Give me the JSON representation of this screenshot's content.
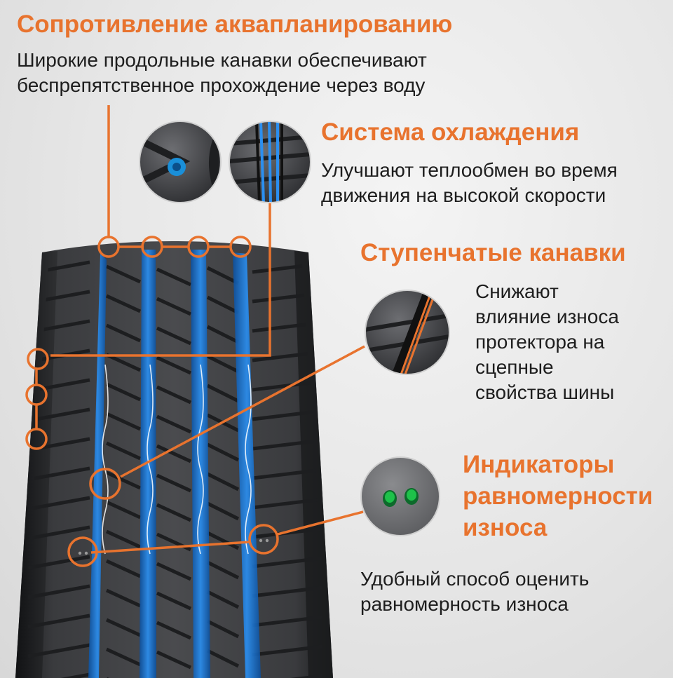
{
  "features": {
    "hydroplaning": {
      "title": "Сопротивление аквапланированию",
      "description": [
        "Широкие продольные канавки обеспечивают",
        "беспрепятственное прохождение через воду"
      ]
    },
    "cooling": {
      "title": "Система охлаждения",
      "description": [
        "Улучшают теплообмен во время",
        "движения на высокой скорости"
      ]
    },
    "stepped_grooves": {
      "title": "Ступенчатые канавки",
      "description": [
        "Снижают",
        "влияние износа",
        "протектора на",
        "сцепные",
        "свойства шины"
      ]
    },
    "wear_indicators": {
      "title": [
        "Индикаторы",
        "равномерности",
        "износа"
      ],
      "description": [
        "Удобный способ оценить",
        "равномерность износа"
      ]
    }
  },
  "colors": {
    "accent": "#e8732e",
    "groove_water": "#1a7fd6",
    "indicator": "#1ec24a",
    "tire": "#2b2c2e",
    "background": "#e6e6e6"
  }
}
